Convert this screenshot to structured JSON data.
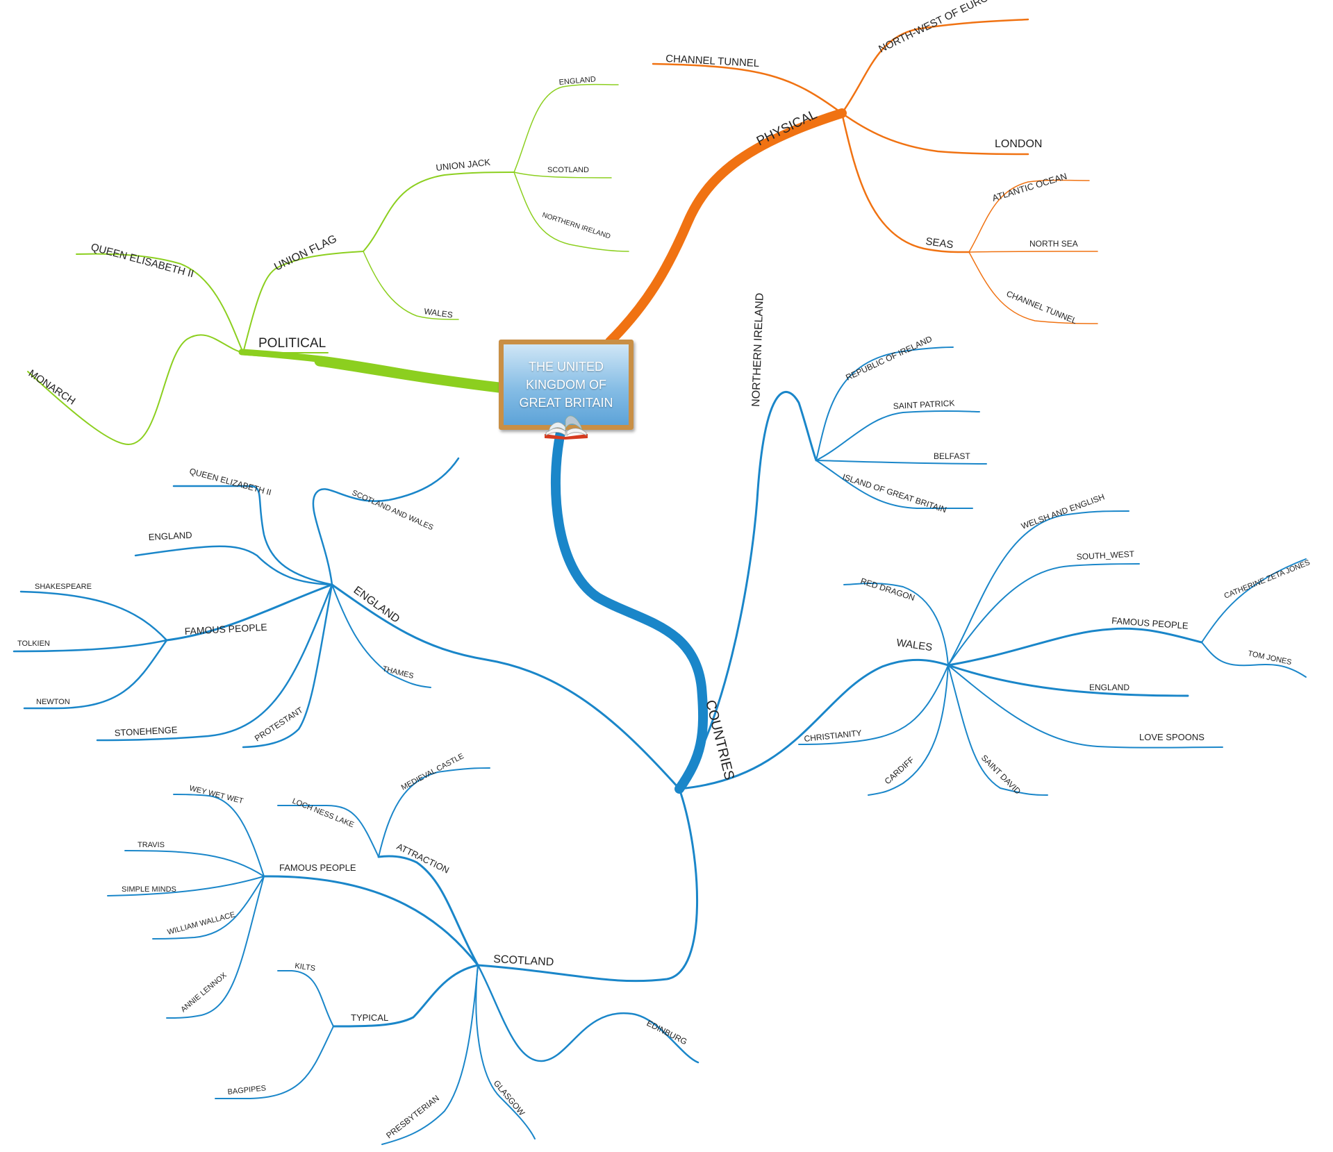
{
  "central": {
    "title": "THE UNITED KINGDOM OF GREAT BRITAIN",
    "icon": "open-book-icon"
  },
  "colors": {
    "political": "#8ccf1f",
    "physical": "#f07212",
    "countries": "#1a86c9"
  },
  "branches": {
    "political": {
      "label": "POLITICAL",
      "monarch": "MONARCH",
      "queen": "QUEEN ELISABETH II",
      "union_flag": {
        "label": "UNION FLAG",
        "wales": "WALES",
        "union_jack": {
          "label": "UNION JACK",
          "england": "ENGLAND",
          "scotland": "SCOTLAND",
          "northern_ireland": "NORTHERN IRELAND"
        }
      }
    },
    "physical": {
      "label": "PHYSICAL",
      "channel_tunnel": "CHANNEL TUNNEL",
      "north_west": "NORTH-WEST OF EUROPE",
      "london": "LONDON",
      "seas": {
        "label": "SEAS",
        "atlantic": "ATLANTIC OCEAN",
        "north_sea": "NORTH SEA",
        "channel_tunnel": "CHANNEL TUNNEL"
      }
    },
    "countries": {
      "label": "COUNTRIES",
      "england": {
        "label": "ENGLAND",
        "scotland_wales": "SCOTLAND AND WALES",
        "queen": "QUEEN ELIZABETH II",
        "england": "ENGLAND",
        "famous": {
          "label": "FAMOUS PEOPLE",
          "shakespeare": "SHAKESPEARE",
          "tolkien": "TOLKIEN",
          "newton": "NEWTON"
        },
        "stonehenge": "STONEHENGE",
        "protestant": "PROTESTANT",
        "thames": "THAMES"
      },
      "northern_ireland": {
        "label": "NORTHERN IRELAND",
        "republic": "REPUBLIC OF IRELAND",
        "saint_patrick": "SAINT PATRICK",
        "belfast": "BELFAST",
        "island": "ISLAND OF GREAT BRITAIN"
      },
      "wales": {
        "label": "WALES",
        "red_dragon": "RED DRAGON",
        "welsh_english": "WELSH AND ENGLISH",
        "south_west": "SOUTH_WEST",
        "famous": {
          "label": "FAMOUS PEOPLE",
          "catherine": "CATHERINE ZETA JONES",
          "tom_jones": "TOM JONES"
        },
        "england": "ENGLAND",
        "love_spoons": "LOVE SPOONS",
        "saint_david": "SAINT DAVID",
        "cardiff": "CARDIFF",
        "christianity": "CHRISTIANITY"
      },
      "scotland": {
        "label": "SCOTLAND",
        "attraction": {
          "label": "ATTRACTION",
          "loch_ness": "LOCH NESS LAKE",
          "medieval": "MEDIEVAL CASTLE"
        },
        "famous": {
          "label": "FAMOUS PEOPLE",
          "wey": "WEY WET WET",
          "travis": "TRAVIS",
          "simple_minds": "SIMPLE MINDS",
          "wallace": "WILLIAM WALLACE",
          "lennox": "ANNIE LENNOX"
        },
        "typical": {
          "label": "TYPICAL",
          "kilts": "KILTS",
          "bagpipes": "BAGPIPES"
        },
        "edinburg": "EDINBURG",
        "glasgow": "GLASGOW",
        "presbyterian": "PRESBYTERIAN"
      }
    }
  }
}
